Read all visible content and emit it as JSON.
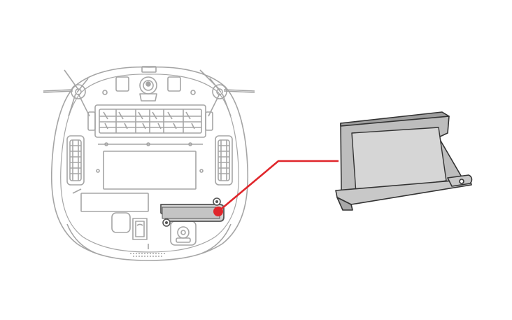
{
  "figure": {
    "callout_color": "#e0262b",
    "line_color": "#a5a5a5",
    "part_fill_color": "#d3d3d3",
    "part_dark_fill_color": "#bdbdbd",
    "icons": [
      "robot-vacuum-bottom-view",
      "side-brush",
      "drive-wheel",
      "main-brush-roller",
      "caster-wheel",
      "access-cover",
      "removed-cover-part",
      "callout-pointer"
    ]
  }
}
